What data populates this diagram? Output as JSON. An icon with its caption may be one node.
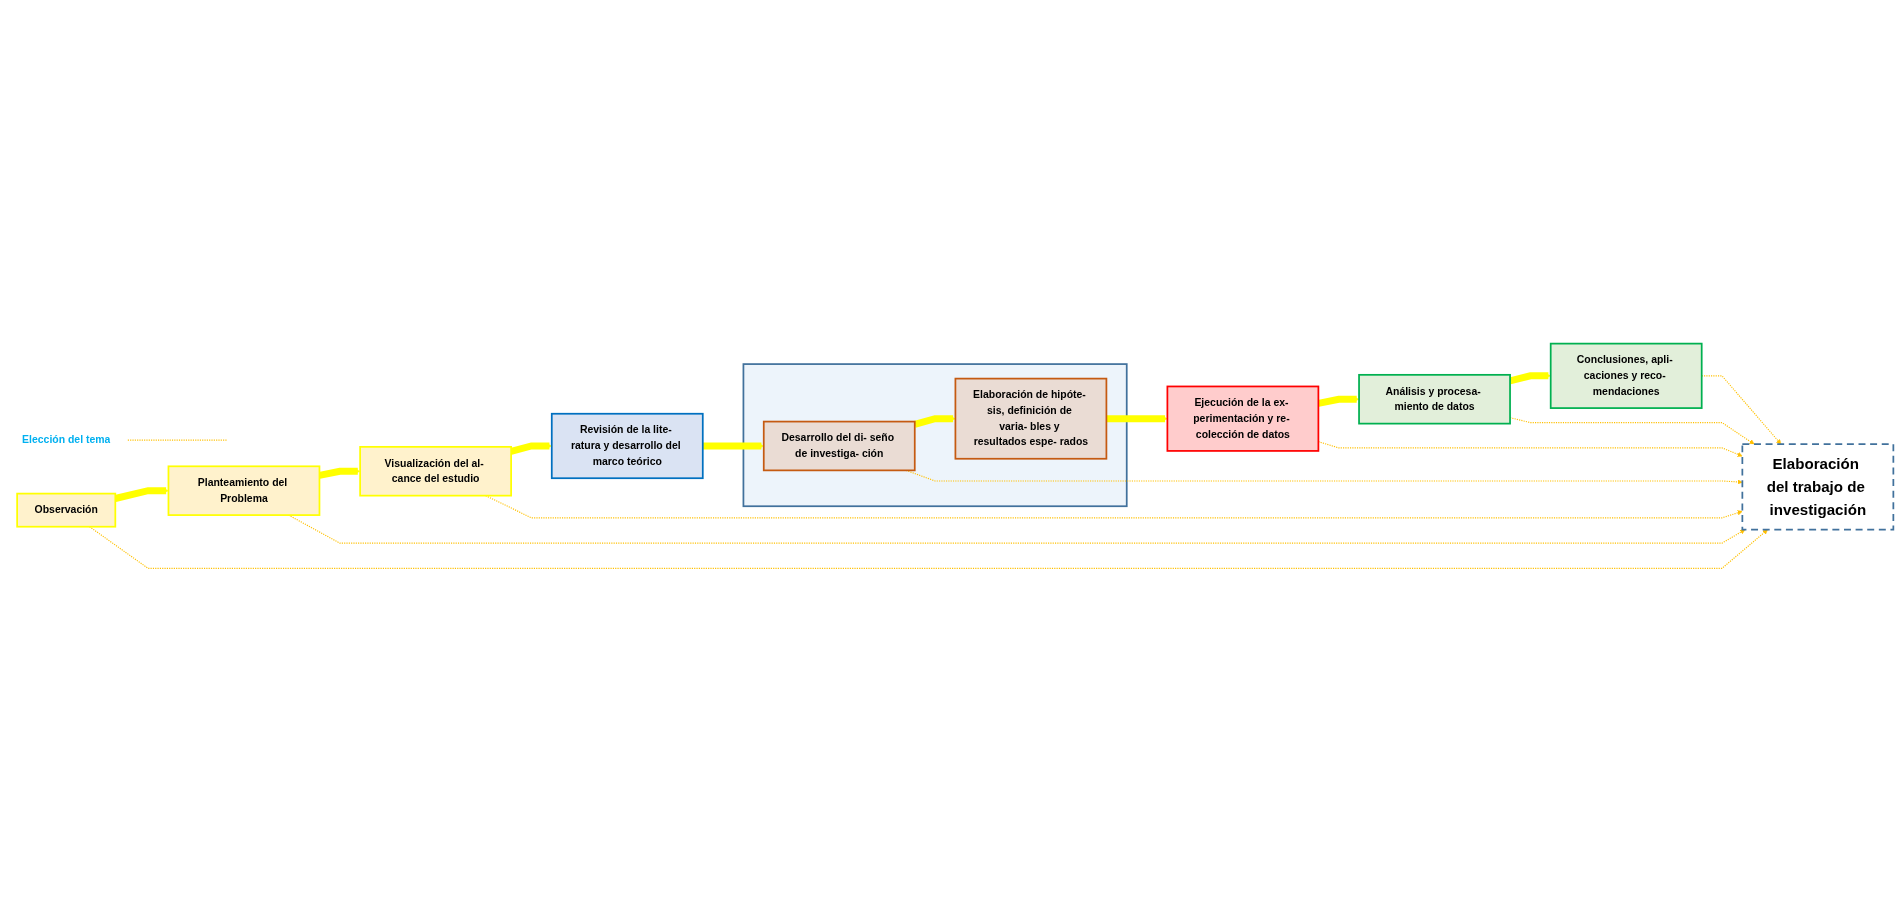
{
  "diagram": {
    "nodes": [
      {
        "text": [
          "Elección del tema"
        ]
      },
      {
        "text": [
          "Observación"
        ]
      },
      {
        "text": [
          "Planteamiento del Problema"
        ]
      },
      {
        "text": [
          "Visualización del al- cance del estudio"
        ]
      },
      {
        "text": [
          "Revisión de la lite- ratura y desarrollo del marco teórico"
        ]
      },
      {
        "text": [],
        "shape": "box"
      },
      {
        "text": [
          "Desarrollo del di- seño de investiga- ción"
        ],
        "in": 5
      },
      {
        "text": [
          "Elaboración del trabajo de investigación"
        ]
      },
      {
        "text": [
          "Elaboración de hipóte- sis, definición de varia- bles y resultados espe- rados"
        ],
        "in": 5
      },
      {
        "text": [
          "Conclusiones, apli- caciones y reco- mendaciones"
        ]
      },
      {
        "text": [
          "Análisis y procesa- miento de datos"
        ]
      },
      {
        "text": [
          "Ejecución de la ex- perimentación y re- colección de datos"
        ]
      }
    ],
    "edges": [
      {
        "from": 0,
        "to": null,
        "arrow": "none",
        "style": "dashed",
        "color": "#ffc000"
      },
      {
        "from": 1,
        "to": 2,
        "arrow": "to",
        "style": "thick",
        "color": "#ffff00"
      },
      {
        "from": 2,
        "to": 3,
        "arrow": "to",
        "style": "thick",
        "color": "#ffff00"
      },
      {
        "from": 3,
        "to": 4,
        "arrow": "to",
        "style": "thick",
        "color": "#ffff00"
      },
      {
        "from": 4,
        "to": 6,
        "arrow": "to",
        "style": "thick",
        "color": "#ffff00"
      },
      {
        "from": 6,
        "to": 8,
        "arrow": "to",
        "style": "thick",
        "color": "#ffff00"
      },
      {
        "from": 8,
        "to": 11,
        "arrow": "to",
        "style": "thick",
        "color": "#ffff00"
      },
      {
        "from": 11,
        "to": 10,
        "arrow": "to",
        "style": "thick",
        "color": "#ffff00"
      },
      {
        "from": 10,
        "to": 9,
        "arrow": "to",
        "style": "thick",
        "color": "#ffff00"
      },
      {
        "from": 1,
        "to": 7,
        "arrow": "to",
        "style": "dashed",
        "color": "#ffc000"
      },
      {
        "from": 2,
        "to": 7,
        "arrow": "to",
        "style": "dashed",
        "color": "#ffc000"
      },
      {
        "from": 3,
        "to": 7,
        "arrow": "to",
        "style": "dashed",
        "color": "#ffc000"
      },
      {
        "from": 6,
        "to": 7,
        "arrow": "to",
        "style": "dashed",
        "color": "#ffc000"
      },
      {
        "from": 9,
        "to": 7,
        "arrow": "to",
        "style": "dashed",
        "color": "#ffc000"
      },
      {
        "from": 10,
        "to": 7,
        "arrow": "to",
        "style": "dashed",
        "color": "#ffc000"
      },
      {
        "from": 11,
        "to": 7,
        "arrow": "to",
        "style": "dashed",
        "color": "#ffc000"
      }
    ]
  }
}
